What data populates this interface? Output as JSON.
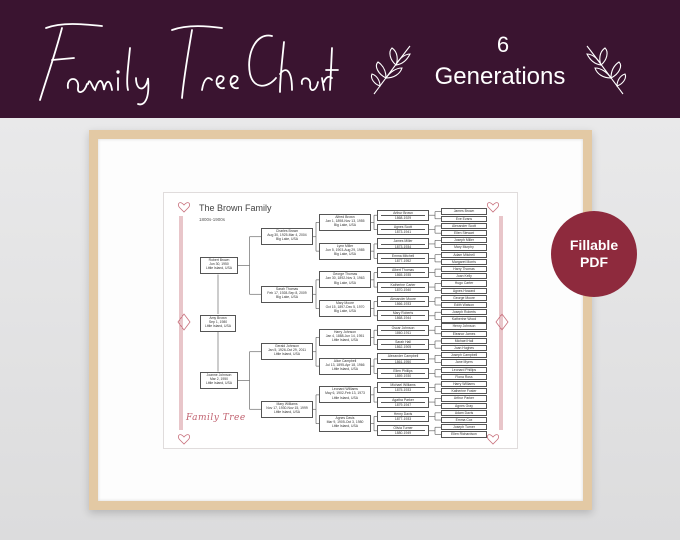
{
  "banner": {
    "title": "Family Tree Chart",
    "generations_number": "6",
    "generations_label": "Generations",
    "background_color": "#3a1430"
  },
  "badge": {
    "line1": "Fillable",
    "line2": "PDF",
    "color": "#8e2a3d"
  },
  "chart": {
    "title": "The Brown Family",
    "subtitle": "1800s-1900s",
    "script_label": "Family Tree",
    "gen1": {
      "name": "Amy Brown",
      "line1": "Sep 1, 1980",
      "line2": "Little Island, USA"
    },
    "gen2": [
      {
        "name": "Robert Brown",
        "line1": "Jun 30, 1950",
        "line2": "Little Island, USA"
      },
      {
        "name": "Joanne Johnson",
        "line1": "Mar 2, 1950",
        "line2": "Little Island, USA"
      }
    ],
    "gen3": [
      {
        "name": "Charles Brown",
        "line1": "Aug 30, 1925-Mar 4, 2004",
        "line2": "Big Lake, USA"
      },
      {
        "name": "Sarah Thomas",
        "line1": "Feb 17, 1928-Sep 8, 2009",
        "line2": "Big Lake, USA"
      },
      {
        "name": "Gerald Johnson",
        "line1": "Jan 5, 1926-Oct 29, 2011",
        "line2": "Little Island, USA"
      },
      {
        "name": "Mary Williams",
        "line1": "Nov 17, 1930-Nov 15, 1999",
        "line2": "Little Island, USA"
      }
    ],
    "gen4": [
      {
        "name": "Alfred Brown",
        "line1": "Jan 1, 1898-Nov 13, 1955",
        "line2": "Big Lake, USA"
      },
      {
        "name": "Lynn Miller",
        "line1": "Jun 5, 1903-Aug 29, 1985",
        "line2": "Big Lake, USA"
      },
      {
        "name": "George Thomas",
        "line1": "Jan 30, 1892-Nov 3, 1963",
        "line2": "Big Lake, USA"
      },
      {
        "name": "Mary Moore",
        "line1": "Oct 15, 1897-Dec 5, 1970",
        "line2": "Big Lake, USA"
      },
      {
        "name": "Harry Johnson",
        "line1": "Jan 4, 1888-Jun 14, 1951",
        "line2": "Little Island, USA"
      },
      {
        "name": "Alice Campbell",
        "line1": "Jul 13, 1895-Apr 18, 1966",
        "line2": "Little Island, USA"
      },
      {
        "name": "Leonard Williams",
        "line1": "May 6, 1902-Feb 13, 1973",
        "line2": "Little Island, USA"
      },
      {
        "name": "Agnes Davis",
        "line1": "Mar 9, 1905-Oct 3, 1980",
        "line2": "Little Island, USA"
      }
    ],
    "gen5": [
      {
        "name": "Arthur Brown",
        "line1": "1868-1929"
      },
      {
        "name": "Agnes Scott",
        "line1": "1873-1941"
      },
      {
        "name": "James Miller",
        "line1": "1873-1934"
      },
      {
        "name": "Emma Mitchell",
        "line1": "1877-1952"
      },
      {
        "name": "Albert Thomas",
        "line1": "1865-1935"
      },
      {
        "name": "Katherine Carter",
        "line1": "1870-1940"
      },
      {
        "name": "Alexander Moore",
        "line1": "1866-1933"
      },
      {
        "name": "Mary Roberts",
        "line1": "1868-1944"
      },
      {
        "name": "Oscar Johnson",
        "line1": "1860-1911"
      },
      {
        "name": "Sarah Hall",
        "line1": "1862-1905"
      },
      {
        "name": "Alexander Campbell",
        "line1": "1861-1950"
      },
      {
        "name": "Ellen Phillips",
        "line1": "1859-1930"
      },
      {
        "name": "Michael Williams",
        "line1": "1875-1933"
      },
      {
        "name": "Agatha Parker",
        "line1": "1879-1947"
      },
      {
        "name": "Henry Davis",
        "line1": "1877-1933"
      },
      {
        "name": "Olivia Turner",
        "line1": "1880-1949"
      }
    ],
    "gen6": [
      "James Brown",
      "Eve Evans",
      "Alexander Scott",
      "Ellen Stewart",
      "Joseph Miller",
      "Mary Murphy",
      "Adam Mitchell",
      "Margaret Morris",
      "Harry Thomas",
      "Joan Kelly",
      "Hugo Carter",
      "Agnes Howard",
      "George Moore",
      "Edith Watson",
      "Joseph Roberts",
      "Katherine Wood",
      "Henry Johnson",
      "Eleanor James",
      "Michael Hall",
      "Joan Hughes",
      "Joseph Campbell",
      "Jane Myers",
      "Leonard Phillips",
      "Fiona Ross",
      "Harry Williams",
      "Katherine Foster",
      "Arthur Parker",
      "Agnes Gray",
      "Adam Davis",
      "Emma Cox",
      "Joseph Turner",
      "Ellen Richardson"
    ]
  }
}
